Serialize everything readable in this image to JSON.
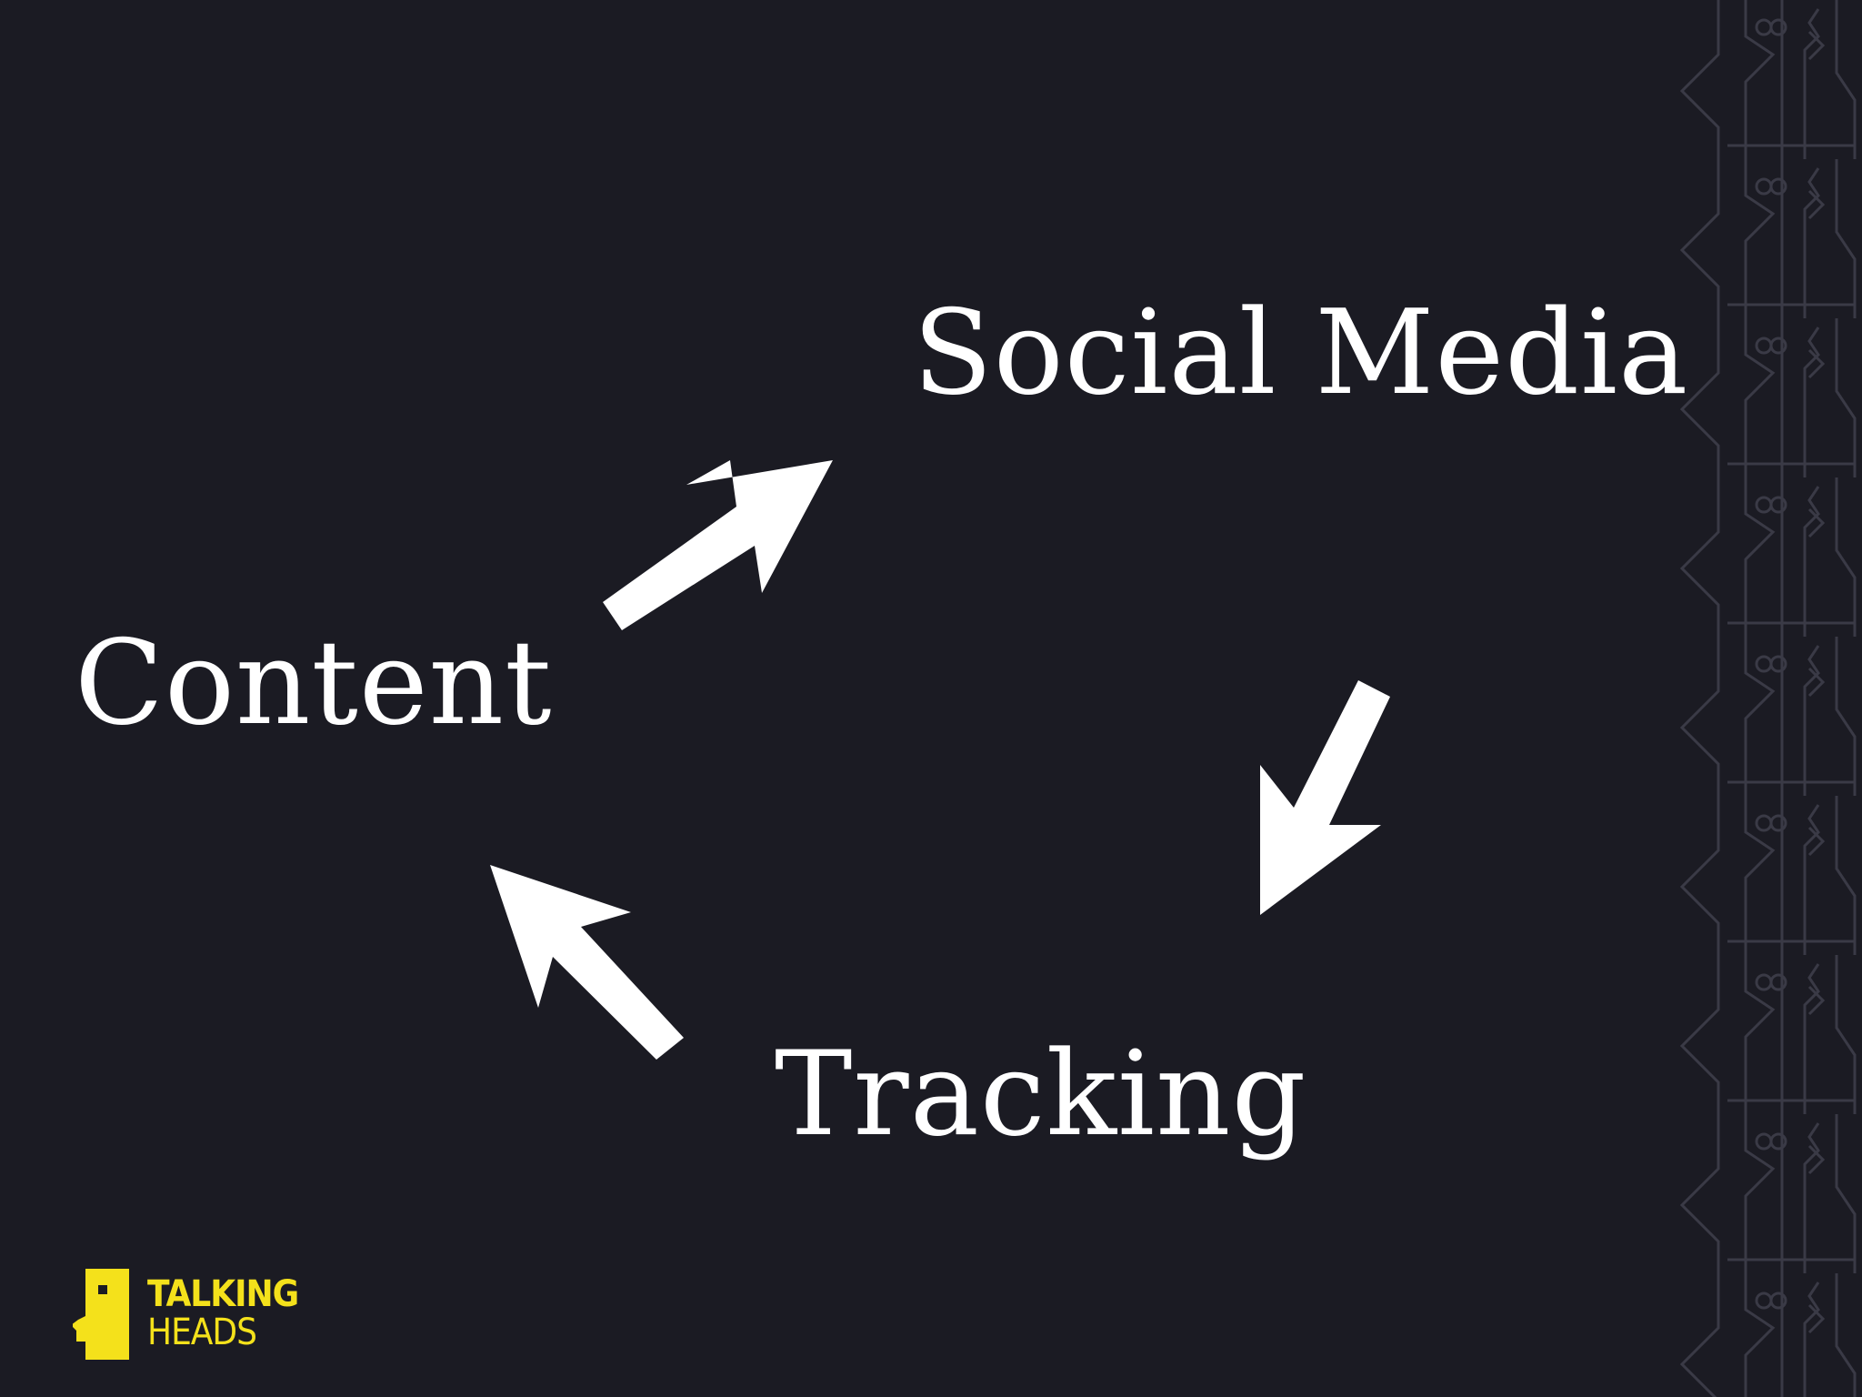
{
  "nodes": {
    "content": "Content",
    "social_media": "Social Media",
    "tracking": "Tracking"
  },
  "logo": {
    "line1": "TALKING",
    "line2": "HEADS",
    "color": "#f4e11b"
  },
  "colors": {
    "background": "#1b1b23",
    "text": "#ffffff",
    "arrows": "#ffffff",
    "pattern": "#3a3a46"
  },
  "arrows": [
    {
      "from": "Content",
      "to": "Social Media"
    },
    {
      "from": "Social Media",
      "to": "Tracking"
    },
    {
      "from": "Tracking",
      "to": "Content"
    }
  ]
}
